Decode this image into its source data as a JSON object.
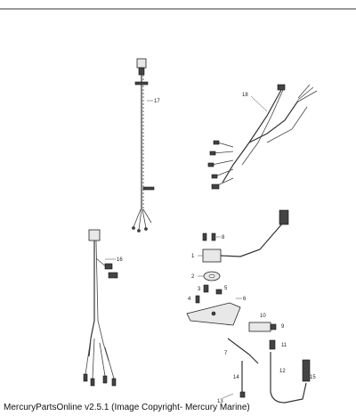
{
  "footer": {
    "text": "MercuryPartsOnline v2.5.1 (Image Copyright- Mercury Marine)"
  },
  "callouts": [
    "1",
    "2",
    "3",
    "4",
    "5",
    "6",
    "7",
    "8",
    "9",
    "10",
    "11",
    "12",
    "13",
    "14",
    "15",
    "16",
    "17",
    "18"
  ]
}
